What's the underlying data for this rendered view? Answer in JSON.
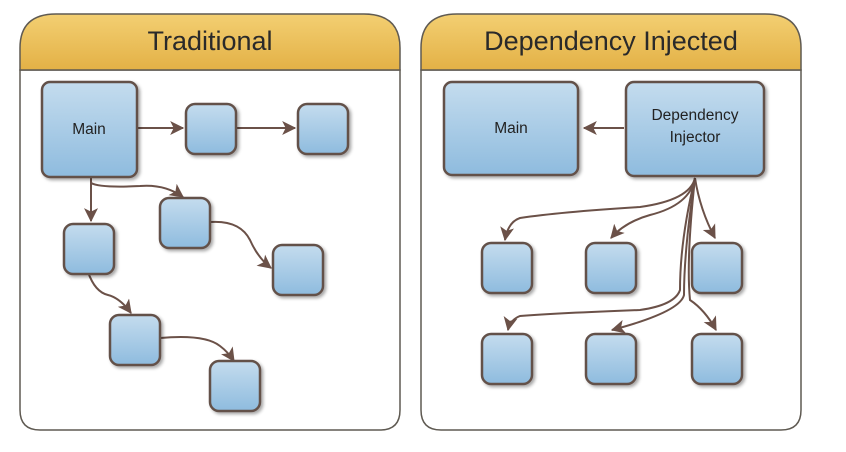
{
  "colors": {
    "header": "#ebbd55",
    "header_light": "#f6d98a",
    "panel_border": "#5f5a52",
    "node_fill": "#9dc4e2",
    "node_fill_light": "#c4dcee",
    "node_border": "#63514a",
    "arrow": "#6b5148"
  },
  "panels": {
    "traditional": {
      "title": "Traditional",
      "main_label": "Main"
    },
    "di": {
      "title": "Dependency Injected",
      "main_label": "Main",
      "injector_label_line1": "Dependency",
      "injector_label_line2": "Injector"
    }
  }
}
